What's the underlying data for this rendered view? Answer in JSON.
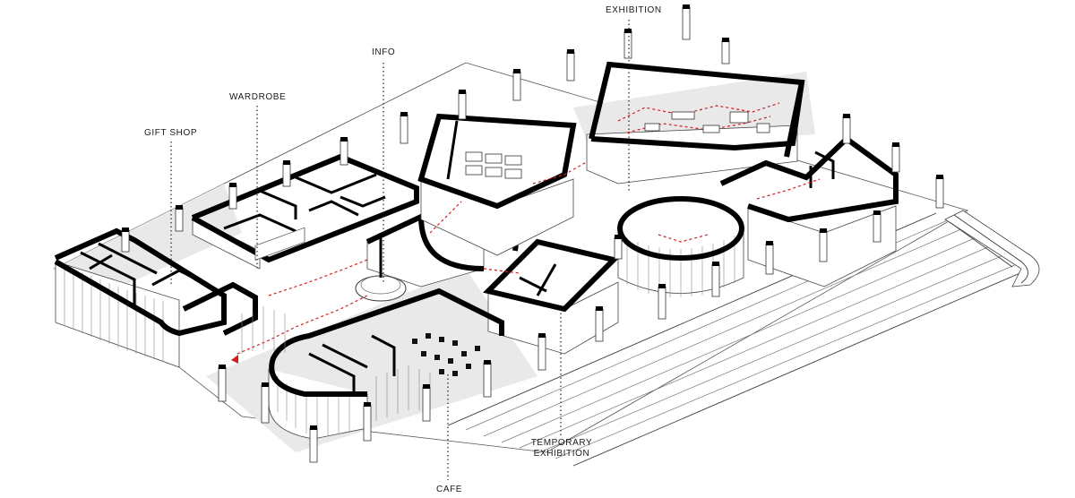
{
  "labels": {
    "exhibition": "EXHIBITION",
    "info": "INFO",
    "wardrobe": "WARDROBE",
    "gift_shop": "GIFT SHOP",
    "temporary_exhibition_line1": "TEMPORARY",
    "temporary_exhibition_line2": "EXHIBITION",
    "cafe": "CAFE"
  },
  "colors": {
    "walls": "#000000",
    "circulation_path": "#d21d1d",
    "shadow": "#e9e9e9",
    "background": "#ffffff"
  }
}
